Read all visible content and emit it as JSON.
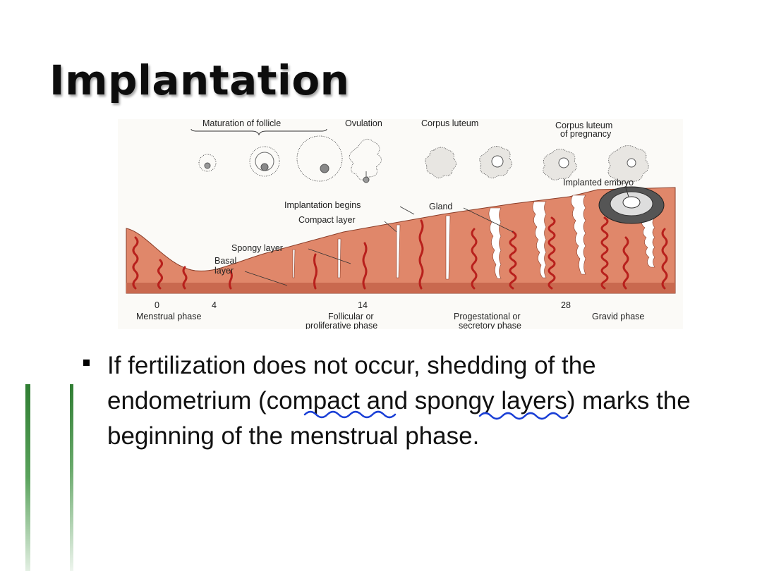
{
  "slide": {
    "title": "Implantation",
    "bullet_text": "If fertilization does not occur, shedding of the endometrium (compact and spongy layers) marks the beginning of the menstrual phase.",
    "accent_color": "#2f7d32",
    "annotation_color": "#1a3fd6"
  },
  "diagram": {
    "top_labels": {
      "maturation": "Maturation of follicle",
      "ovulation": "Ovulation",
      "corpus_luteum": "Corpus luteum",
      "corpus_preg_1": "Corpus luteum",
      "corpus_preg_2": "of pregnancy",
      "implanted": "Implanted embryo"
    },
    "layer_labels": {
      "implantation_begins": "Implantation begins",
      "gland": "Gland",
      "compact": "Compact layer",
      "spongy": "Spongy layer",
      "basal_1": "Basal",
      "basal_2": "layer"
    },
    "day_ticks": [
      "0",
      "4",
      "14",
      "28"
    ],
    "phases": {
      "menstrual": "Menstrual phase",
      "follicular_1": "Follicular or",
      "follicular_2": "proliferative phase",
      "progestational_1": "Progestational or",
      "progestational_2": "secretory phase",
      "gravid": "Gravid phase"
    },
    "colors": {
      "tissue": "#e0876a",
      "vessel": "#b8201c",
      "base": "#c9694f"
    }
  }
}
